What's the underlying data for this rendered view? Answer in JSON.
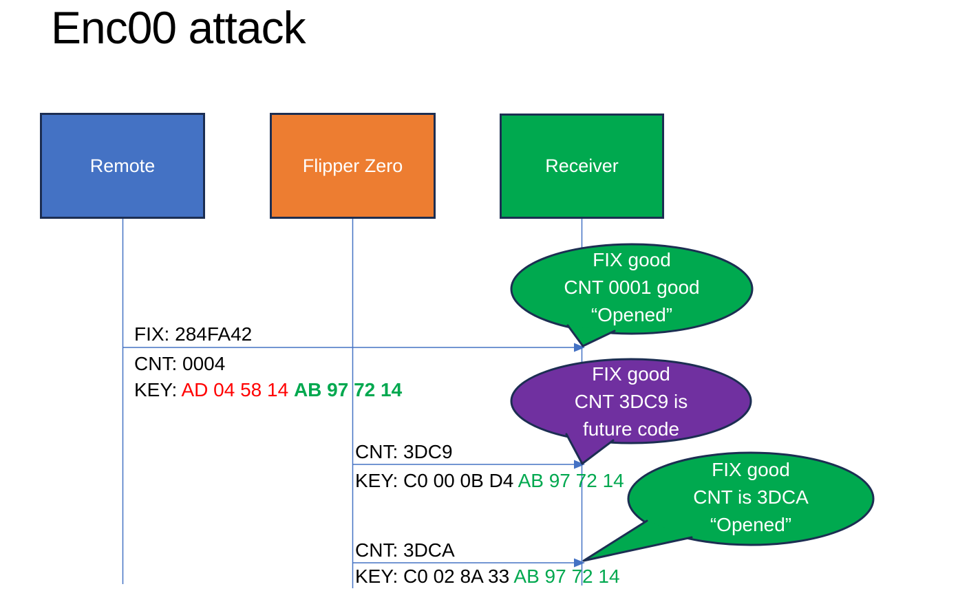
{
  "title": "Enc00 attack",
  "actors": [
    {
      "label": "Remote",
      "fill": "#4472C4"
    },
    {
      "label": "Flipper Zero",
      "fill": "#ED7D31"
    },
    {
      "label": "Receiver",
      "fill": "#00A94F"
    }
  ],
  "messages": [
    {
      "fix": "FIX: 284FA42",
      "cnt": "CNT: 0004",
      "key_label": "KEY: ",
      "key_red": "AD 04 58 14 ",
      "key_green": "AB 97 72 14"
    },
    {
      "cnt": "CNT: 3DC9",
      "key_label": "KEY: C0 00 0B D4 ",
      "key_green": "AB 97 72 14"
    },
    {
      "cnt": "CNT: 3DCA",
      "key_label": "KEY: C0 02 8A 33 ",
      "key_green": "AB 97 72 14"
    }
  ],
  "callouts": [
    {
      "fill": "#00A94F",
      "lines": [
        "FIX good",
        "CNT 0001 good",
        "“Opened”"
      ]
    },
    {
      "fill": "#7030A0",
      "lines": [
        "FIX good",
        "CNT 3DC9 is",
        "future code"
      ]
    },
    {
      "fill": "#00A94F",
      "lines": [
        "FIX good",
        "CNT is 3DCA",
        "“Opened”"
      ]
    }
  ],
  "colors": {
    "actor_blue": "#4472C4",
    "actor_orange": "#ED7D31",
    "actor_green": "#00A94F",
    "callout_purple": "#7030A0",
    "shape_border": "#1C2E52",
    "line_blue": "#4472C4",
    "key_red": "#FF0000",
    "key_green": "#00A84F",
    "text_black": "#000000",
    "text_white": "#FFFFFF"
  }
}
